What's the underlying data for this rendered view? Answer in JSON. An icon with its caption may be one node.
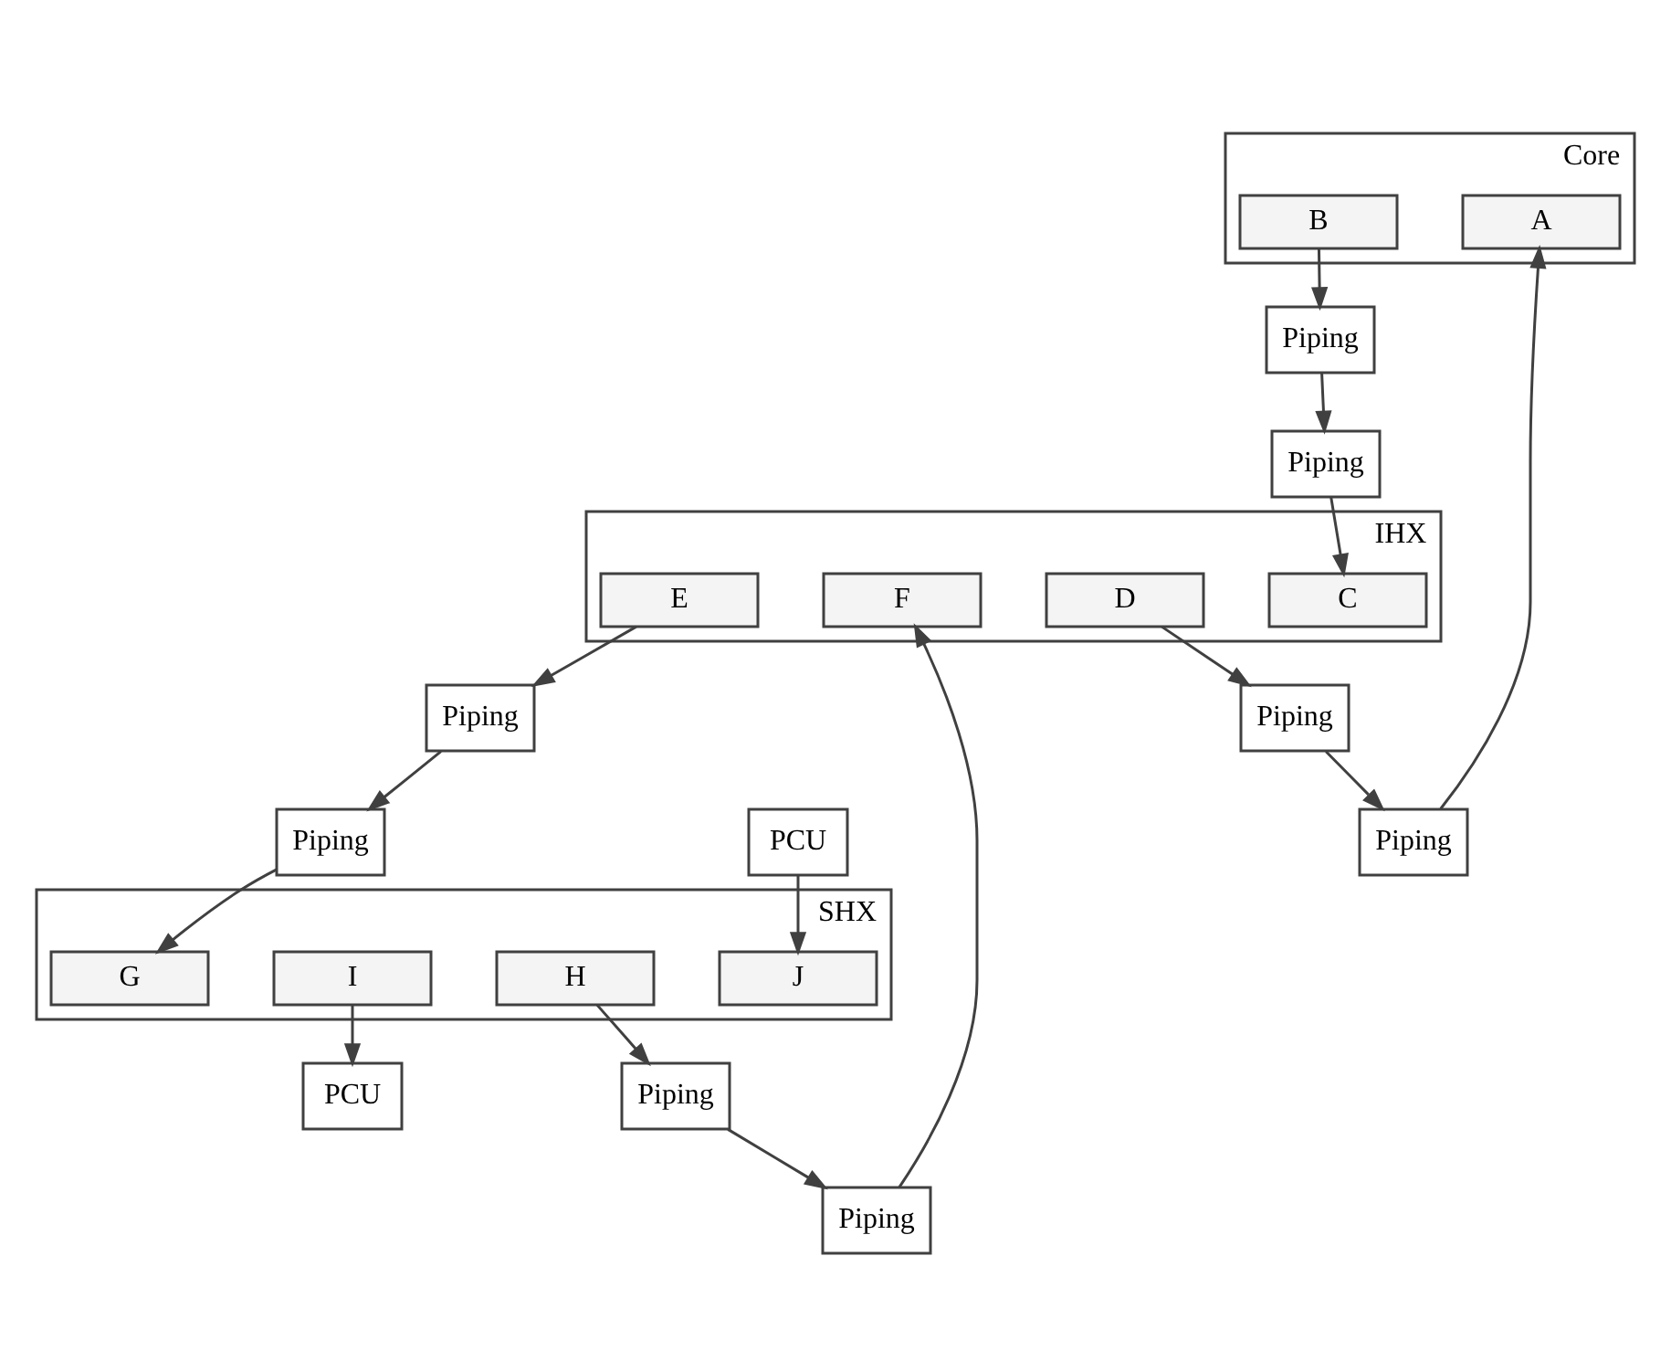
{
  "diagram": {
    "nodes": [
      {
        "text": [
          "Core"
        ]
      },
      {
        "text": [
          "B"
        ],
        "in": 0
      },
      {
        "text": [
          "A"
        ],
        "in": 0
      },
      {
        "text": [
          "Piping"
        ]
      },
      {
        "text": [
          "Piping"
        ]
      },
      {
        "text": [
          "IHX"
        ]
      },
      {
        "text": [
          "C"
        ],
        "in": 5
      },
      {
        "text": [
          "E"
        ],
        "in": 5
      },
      {
        "text": [
          "D"
        ],
        "in": 5
      },
      {
        "text": [
          "F"
        ],
        "in": 5
      },
      {
        "text": [
          "Piping"
        ]
      },
      {
        "text": [
          "Piping"
        ]
      },
      {
        "text": [
          "SHX"
        ]
      },
      {
        "text": [
          "G"
        ],
        "in": 12
      },
      {
        "text": [
          "I"
        ],
        "in": 12
      },
      {
        "text": [
          "H"
        ],
        "in": 12
      },
      {
        "text": [
          "J"
        ],
        "in": 12
      },
      {
        "text": [
          "PCU"
        ]
      },
      {
        "text": [
          "PCU"
        ]
      },
      {
        "text": [
          "Piping"
        ]
      },
      {
        "text": [
          "Piping"
        ]
      },
      {
        "text": [
          "Piping"
        ]
      },
      {
        "text": [
          "Piping"
        ]
      }
    ],
    "edges": [
      {
        "from": 1,
        "to": 3,
        "arrow": "to"
      },
      {
        "from": 3,
        "to": 4,
        "arrow": "to"
      },
      {
        "from": 4,
        "to": 6,
        "arrow": "to"
      },
      {
        "from": 7,
        "to": 10,
        "arrow": "to"
      },
      {
        "from": 10,
        "to": 11,
        "arrow": "to"
      },
      {
        "from": 11,
        "to": 13,
        "arrow": "to"
      },
      {
        "from": 14,
        "to": 17,
        "arrow": "to"
      },
      {
        "from": 18,
        "to": 16,
        "arrow": "to"
      },
      {
        "from": 15,
        "to": 19,
        "arrow": "to"
      },
      {
        "from": 19,
        "to": 20,
        "arrow": "to"
      },
      {
        "from": 20,
        "to": 9,
        "arrow": "to"
      },
      {
        "from": 8,
        "to": 21,
        "arrow": "to"
      },
      {
        "from": 21,
        "to": 22,
        "arrow": "to"
      },
      {
        "from": 22,
        "to": 2,
        "arrow": "to"
      }
    ]
  }
}
